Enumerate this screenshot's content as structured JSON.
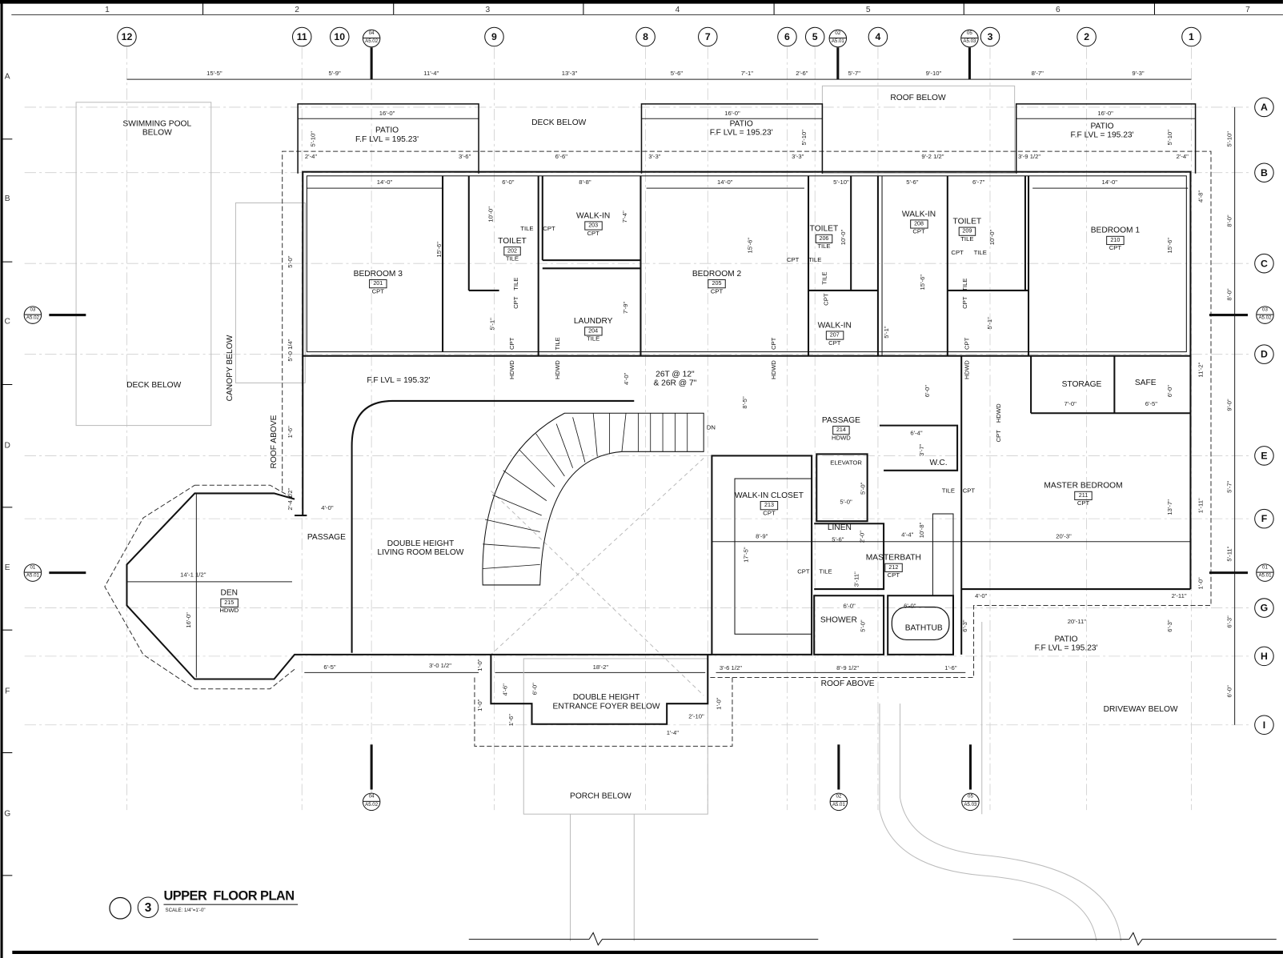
{
  "title": {
    "number": "3",
    "name": "UPPER  FLOOR PLAN",
    "scale": "SCALE:  1/4\"=1'-0\""
  },
  "border_columns": [
    "1",
    "2",
    "3",
    "4",
    "5",
    "6",
    "7"
  ],
  "border_rows": [
    "A",
    "B",
    "C",
    "D",
    "E",
    "F",
    "G"
  ],
  "grid_columns": [
    "12",
    "11",
    "10",
    "9",
    "8",
    "7",
    "6",
    "5",
    "4",
    "3",
    "2",
    "1"
  ],
  "grid_rows": [
    "A",
    "B",
    "C",
    "D",
    "E",
    "F",
    "G",
    "H",
    "I"
  ],
  "section_markers": [
    {
      "num": "04",
      "sheet": "A5.02"
    },
    {
      "num": "02",
      "sheet": "A5.01"
    },
    {
      "num": "05",
      "sheet": "A5.03"
    },
    {
      "num": "04",
      "sheet": "A5.02"
    },
    {
      "num": "02",
      "sheet": "A5.01"
    },
    {
      "num": "05",
      "sheet": "A5.03"
    },
    {
      "num": "03",
      "sheet": "A5.02"
    },
    {
      "num": "03",
      "sheet": "A5.02"
    },
    {
      "num": "01",
      "sheet": "A5.01"
    },
    {
      "num": "01",
      "sheet": "A5.01"
    }
  ],
  "rooms": [
    {
      "name": "BEDROOM 3",
      "number": "201",
      "finish": "CPT"
    },
    {
      "name": "TOILET",
      "number": "202",
      "finish": "TILE"
    },
    {
      "name": "WALK-IN",
      "number": "203",
      "finish": "CPT"
    },
    {
      "name": "LAUNDRY",
      "number": "204",
      "finish": "TILE"
    },
    {
      "name": "BEDROOM 2",
      "number": "205",
      "finish": "CPT"
    },
    {
      "name": "TOILET",
      "number": "206",
      "finish": "TILE"
    },
    {
      "name": "WALK-IN",
      "number": "207",
      "finish": "CPT"
    },
    {
      "name": "WALK-IN",
      "number": "208",
      "finish": "CPT"
    },
    {
      "name": "TOILET",
      "number": "209",
      "finish": "TILE"
    },
    {
      "name": "BEDROOM 1",
      "number": "210",
      "finish": "CPT"
    },
    {
      "name": "MASTER BEDROOM",
      "number": "211",
      "finish": "CPT"
    },
    {
      "name": "MASTERBATH",
      "number": "212",
      "finish": "CPT"
    },
    {
      "name": "WALK-IN CLOSET",
      "number": "213",
      "finish": "CPT"
    },
    {
      "name": "PASSAGE",
      "number": "214",
      "finish": "HDWD"
    },
    {
      "name": "DEN",
      "number": "215",
      "finish": "HDWD"
    }
  ],
  "spaces": [
    "STORAGE",
    "SAFE",
    "W.C.",
    "ELEVATOR",
    "LINEN",
    "SHOWER",
    "BATHTUB",
    "PASSAGE"
  ],
  "areas": {
    "pool": "SWIMMING POOL BELOW",
    "deck_top": "DECK BELOW",
    "roof_below": "ROOF BELOW",
    "patio": "PATIO",
    "patio_level": "F.F LVL = 195.23'",
    "deck_left": "DECK BELOW",
    "canopy": "CANOPY BELOW",
    "roof_above_left": "ROOF ABOVE",
    "floor_level": "F.F LVL = 195.32'",
    "stair_note_1": "26T @ 12\"",
    "stair_note_2": "& 26R @ 7\"",
    "dn": "DN",
    "living_1": "DOUBLE HEIGHT",
    "living_2": "LIVING ROOM BELOW",
    "foyer_1": "DOUBLE HEIGHT",
    "foyer_2": "ENTRANCE FOYER BELOW",
    "roof_above_bottom": "ROOF ABOVE",
    "driveway": "DRIVEWAY BELOW",
    "porch": "PORCH BELOW"
  },
  "floor_tags": [
    "TILE",
    "CPT",
    "TILE",
    "CPT",
    "CPT",
    "HDWD",
    "TILE",
    "HDWD",
    "CPT",
    "TILE",
    "TILE",
    "CPT",
    "CPT",
    "HDWD",
    "CPT",
    "TILE",
    "TILE",
    "CPT",
    "CPT",
    "HDWD",
    "HDWD",
    "CPT",
    "TILE",
    "CPT",
    "CPT",
    "TILE"
  ],
  "dims": [
    "15'-5\"",
    "5'-9\"",
    "11'-4\"",
    "13'-3\"",
    "5'-6\"",
    "7'-1\"",
    "2'-6\"",
    "5'-7\"",
    "9'-10\"",
    "8'-7\"",
    "9'-3\"",
    "16'-0\"",
    "16'-0\"",
    "16'-0\"",
    "5'-10\"",
    "5'-10\"",
    "5'-10\"",
    "5'-10\"",
    "2'-4\"",
    "3'-6\"",
    "6'-6\"",
    "3'-3\"",
    "3'-3\"",
    "9'-2 1/2\"",
    "3'-9 1/2\"",
    "2'-4\"",
    "14'-0\"",
    "6'-0\"",
    "8'-8\"",
    "14'-0\"",
    "5'-10\"",
    "5'-6\"",
    "6'-7\"",
    "14'-0\"",
    "10'-0\"",
    "7'-4\"",
    "15'-6\"",
    "5'-0\"",
    "5'-0 1/4\"",
    "7'-9\"",
    "5'-1\"",
    "15'-6\"",
    "10'-0\"",
    "5'-1\"",
    "15'-6\"",
    "10'-0\"",
    "5'-1\"",
    "15'-6\"",
    "4'-8\"",
    "8'-0\"",
    "8'-0\"",
    "11'-2\"",
    "6'-0\"",
    "6'-0\"",
    "7'-0\"",
    "6'-5\"",
    "9'-0\"",
    "4'-0\"",
    "8'-5\"",
    "1'-6\"",
    "2'-4 1/2\"",
    "4'-0\"",
    "14'-1 1/2\"",
    "16'-0\"",
    "6'-4\"",
    "3'-7\"",
    "5'-0\"",
    "5'-0\"",
    "5'-6\"",
    "2'-0\"",
    "8'-9\"",
    "4'-4\"",
    "10'-8\"",
    "17'-5\"",
    "3'-11\"",
    "13'-7\"",
    "1'-11\"",
    "5'-7\"",
    "5'-11\"",
    "20'-3\"",
    "4'-0\"",
    "2'-11\"",
    "1'-0\"",
    "6'-0\"",
    "6'-0\"",
    "5'-0\"",
    "6'-3\"",
    "20'-11\"",
    "6'-3\"",
    "6'-3\"",
    "6'-0\"",
    "6'-5\"",
    "3'-0 1/2\"",
    "1'-0\"",
    "18'-2\"",
    "3'-6 1/2\"",
    "8'-9 1/2\"",
    "1'-6\"",
    "4'-6\"",
    "6'-0\"",
    "1'-0\"",
    "1'-6\"",
    "2'-10\"",
    "1'-4\"",
    "1'-0\""
  ]
}
